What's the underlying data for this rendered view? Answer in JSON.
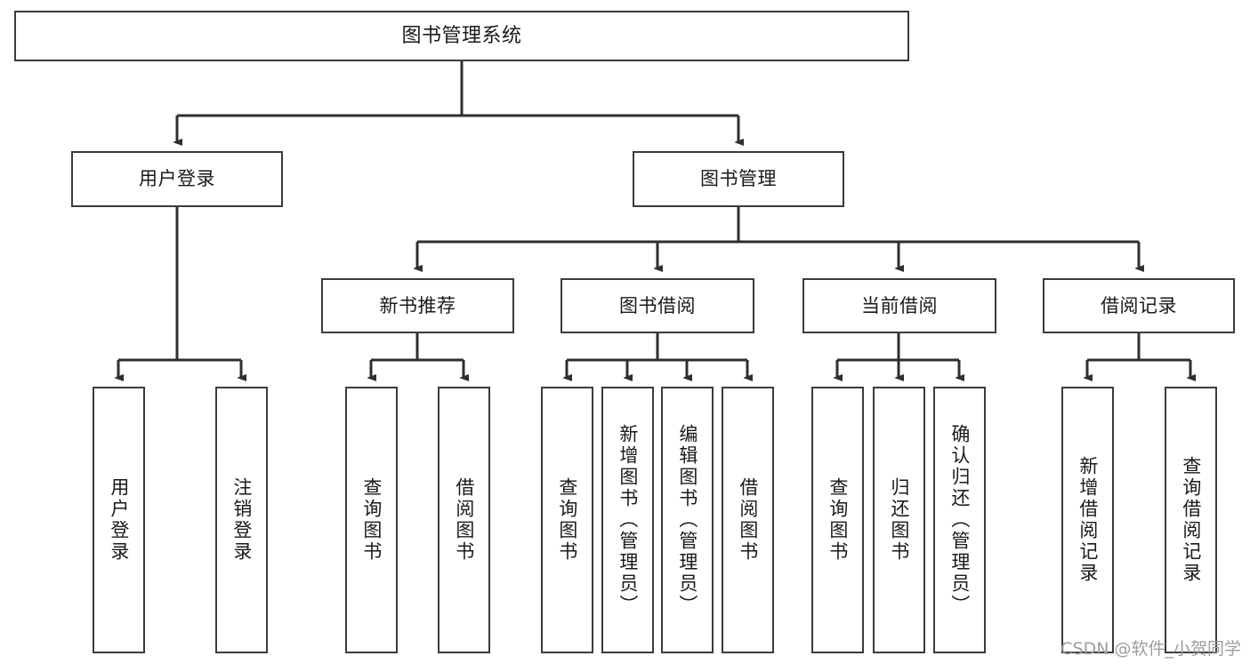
{
  "diagram": {
    "title": "图书管理系统",
    "watermark": "CSDN @软件_小贺同学",
    "colors": {
      "box_border": "#3b3b3b",
      "box_fill": "#ffffff",
      "edge": "#2f2f2f",
      "text": "#1a1a1a",
      "watermark": "#9d9d9d"
    },
    "levels": {
      "root": {
        "label": "图书管理系统"
      },
      "level2": [
        {
          "id": "user-login",
          "label": "用户登录"
        },
        {
          "id": "book-management",
          "label": "图书管理"
        }
      ],
      "level3": [
        {
          "id": "new-book-recommend",
          "label": "新书推荐",
          "parent": "book-management"
        },
        {
          "id": "book-borrow",
          "label": "图书借阅",
          "parent": "book-management"
        },
        {
          "id": "current-borrow",
          "label": "当前借阅",
          "parent": "book-management"
        },
        {
          "id": "borrow-record",
          "label": "借阅记录",
          "parent": "book-management"
        }
      ],
      "leaves": [
        {
          "id": "leaf-user-login",
          "label": "用户登录",
          "parent": "user-login"
        },
        {
          "id": "leaf-logout",
          "label": "注销登录",
          "parent": "user-login"
        },
        {
          "id": "leaf-query-book-1",
          "label": "查询图书",
          "parent": "new-book-recommend"
        },
        {
          "id": "leaf-borrow-book-1",
          "label": "借阅图书",
          "parent": "new-book-recommend"
        },
        {
          "id": "leaf-query-book-2",
          "label": "查询图书",
          "parent": "book-borrow"
        },
        {
          "id": "leaf-add-book",
          "label": "新增图书（管理员）",
          "parent": "book-borrow"
        },
        {
          "id": "leaf-edit-book",
          "label": "编辑图书（管理员）",
          "parent": "book-borrow"
        },
        {
          "id": "leaf-borrow-book-2",
          "label": "借阅图书",
          "parent": "book-borrow"
        },
        {
          "id": "leaf-query-book-3",
          "label": "查询图书",
          "parent": "current-borrow"
        },
        {
          "id": "leaf-return-book",
          "label": "归还图书",
          "parent": "current-borrow"
        },
        {
          "id": "leaf-confirm-return",
          "label": "确认归还（管理员）",
          "parent": "current-borrow"
        },
        {
          "id": "leaf-add-record",
          "label": "新增借阅记录",
          "parent": "borrow-record"
        },
        {
          "id": "leaf-query-record",
          "label": "查询借阅记录",
          "parent": "borrow-record"
        }
      ]
    }
  }
}
